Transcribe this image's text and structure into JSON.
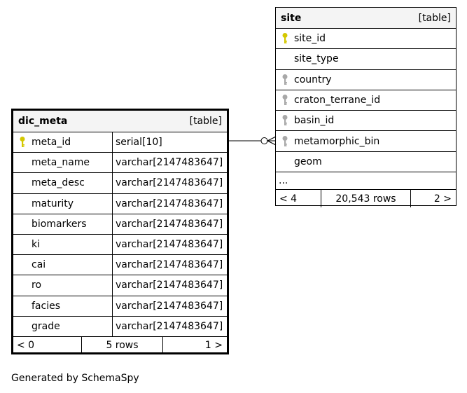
{
  "dic_meta": {
    "name": "dic_meta",
    "kind": "[table]",
    "columns": [
      {
        "name": "meta_id",
        "type": "serial[10]",
        "key": "primary"
      },
      {
        "name": "meta_name",
        "type": "varchar[2147483647]",
        "key": ""
      },
      {
        "name": "meta_desc",
        "type": "varchar[2147483647]",
        "key": ""
      },
      {
        "name": "maturity",
        "type": "varchar[2147483647]",
        "key": ""
      },
      {
        "name": "biomarkers",
        "type": "varchar[2147483647]",
        "key": ""
      },
      {
        "name": "ki",
        "type": "varchar[2147483647]",
        "key": ""
      },
      {
        "name": "cai",
        "type": "varchar[2147483647]",
        "key": ""
      },
      {
        "name": "ro",
        "type": "varchar[2147483647]",
        "key": ""
      },
      {
        "name": "facies",
        "type": "varchar[2147483647]",
        "key": ""
      },
      {
        "name": "grade",
        "type": "varchar[2147483647]",
        "key": ""
      }
    ],
    "footer": {
      "left": "< 0",
      "mid": "5 rows",
      "right": "1 >"
    }
  },
  "site": {
    "name": "site",
    "kind": "[table]",
    "columns": [
      {
        "name": "site_id",
        "key": "primary"
      },
      {
        "name": "site_type",
        "key": ""
      },
      {
        "name": "country",
        "key": "foreign"
      },
      {
        "name": "craton_terrane_id",
        "key": "foreign"
      },
      {
        "name": "basin_id",
        "key": "foreign"
      },
      {
        "name": "metamorphic_bin",
        "key": "foreign"
      },
      {
        "name": "geom",
        "key": ""
      }
    ],
    "ellipsis": "...",
    "footer": {
      "left": "< 4",
      "mid": "20,543 rows",
      "right": "2 >"
    }
  },
  "relationship": {
    "from": "dic_meta.meta_id",
    "to": "site.metamorphic_bin"
  },
  "generated_by": "Generated by SchemaSpy",
  "colors": {
    "primary_key": "#d4c800",
    "foreign_key": "#a8a8a8",
    "header_bg": "#f4f4f4"
  }
}
